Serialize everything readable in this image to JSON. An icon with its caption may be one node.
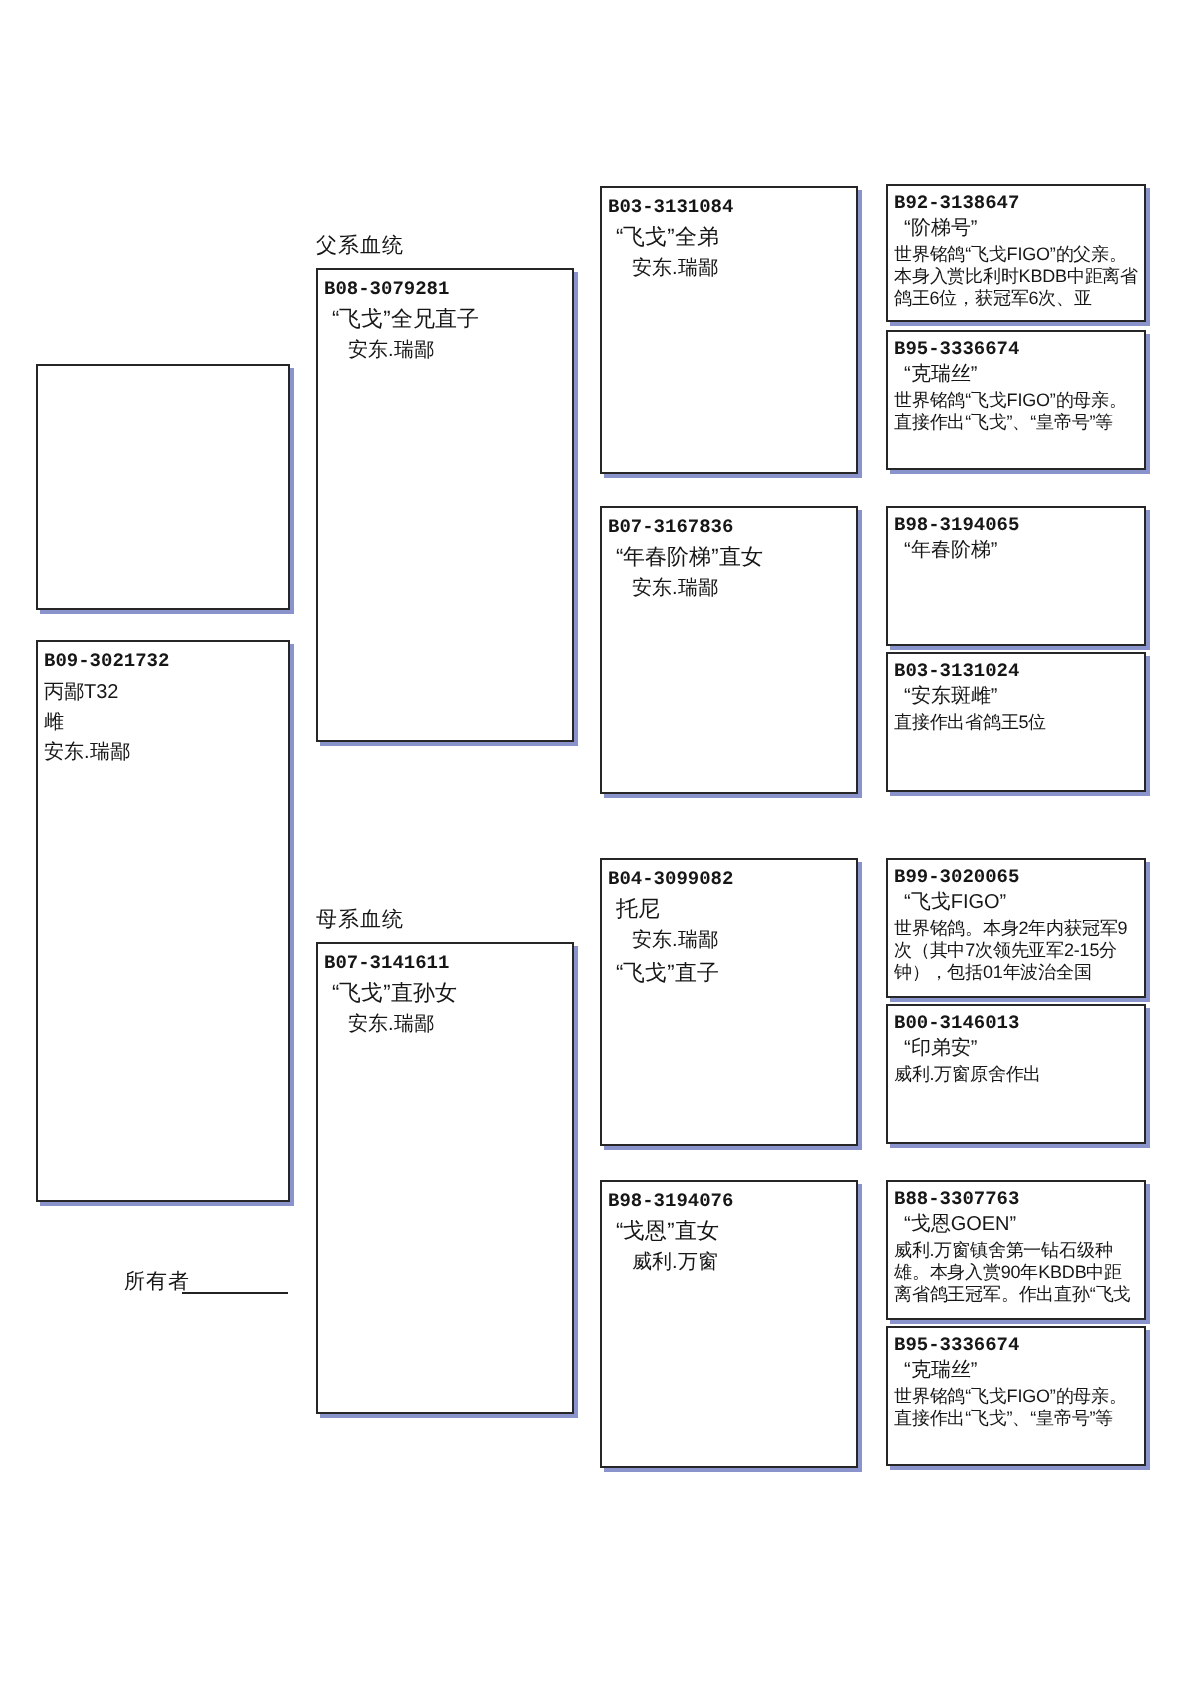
{
  "diagram": {
    "nodes": [
      {
        "text": [],
        "shape": "box"
      },
      {
        "text": [
          "B09-3021732",
          "丙鄙T32",
          "雌",
          "安东.瑞鄙"
        ]
      },
      {
        "text": [
          "父系血统",
          "B08-3079281",
          "“飞戈”全兄直子",
          "安东.瑞鄙"
        ]
      },
      {
        "text": [
          "母系血统",
          "B07-3141611",
          "“飞戈”直孙女",
          "安东.瑞鄙"
        ]
      },
      {
        "text": [
          "B03-3131084",
          "“飞戈”全弟",
          "安东.瑞鄙"
        ]
      },
      {
        "text": [
          "B07-3167836",
          "“年春阶梯”直女",
          "安东.瑞鄙"
        ]
      },
      {
        "text": [
          "B04-3099082",
          "托尼",
          "安东.瑞鄙",
          "“飞戈”直子"
        ]
      },
      {
        "text": [
          "B98-3194076",
          "“戈恩”直女",
          "威利.万窗"
        ]
      },
      {
        "text": [
          "B92-3138647",
          "“阶梯号”",
          "世界铭鸽“飞戈FIGO”的父亲。本身入赏比利时KBDB中距离省鸽王6位，获冠军6次、亚"
        ]
      },
      {
        "text": [
          "B95-3336674",
          "“克瑞丝”",
          "世界铭鸽“飞戈FIGO”的母亲。直接作出“飞戈”、“皇帝号”等"
        ]
      },
      {
        "text": [
          "B98-3194065",
          "“年春阶梯”"
        ]
      },
      {
        "text": [
          "B03-3131024",
          "“安东斑雌”",
          "直接作出省鸽王5位"
        ]
      },
      {
        "text": [
          "B99-3020065",
          "“飞戈FIGO”",
          "世界铭鸽。本身2年内获冠军9次（其中7次领先亚军2-15分钟），包括01年波治全国"
        ]
      },
      {
        "text": [
          "B00-3146013",
          "“印弟安”",
          "威利.万窗原舍作出"
        ]
      },
      {
        "text": [
          "B88-3307763",
          "“戈恩GOEN”",
          "威利.万窗镇舍第一钻石级种雄。本身入赏90年KBDB中距离省鸽王冠军。作出直孙“飞戈"
        ]
      },
      {
        "text": [
          "B95-3336674",
          "“克瑞丝”",
          "世界铭鸽“飞戈FIGO”的母亲。直接作出“飞戈”、“皇帝号”等"
        ]
      }
    ],
    "labels": [
      "所有者"
    ]
  }
}
